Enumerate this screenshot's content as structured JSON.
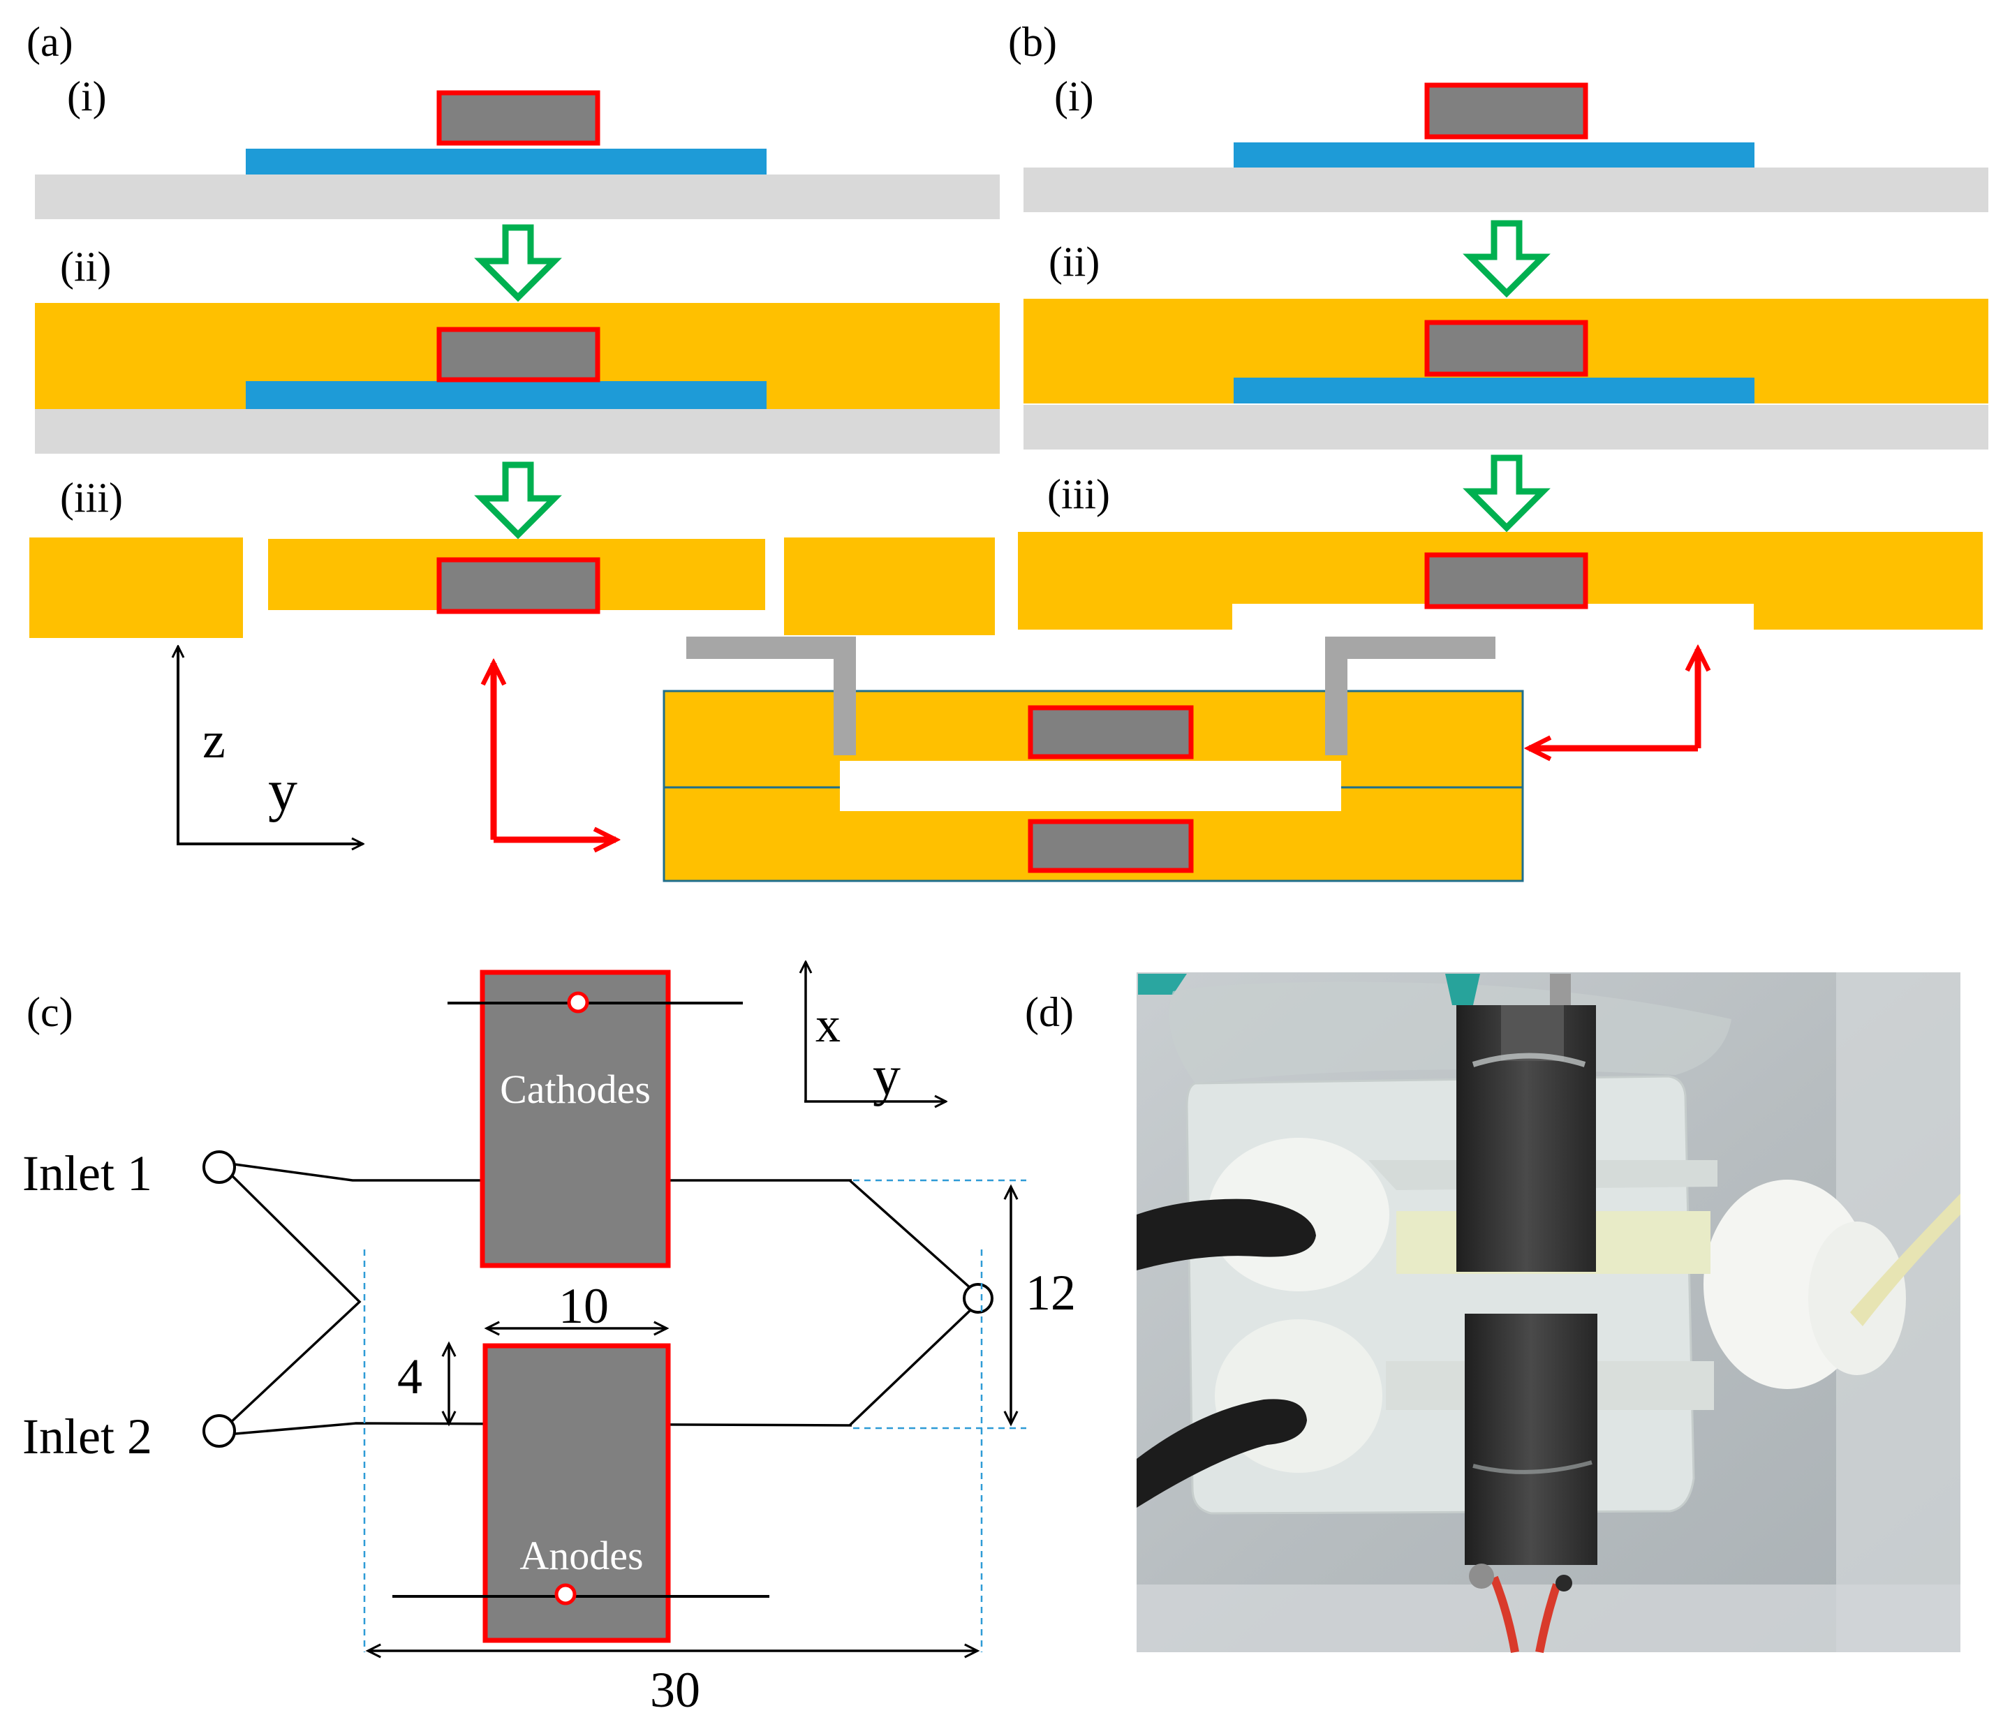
{
  "panels": {
    "a": {
      "label": "(a)",
      "steps": [
        "(i)",
        "(ii)",
        "(iii)"
      ]
    },
    "b": {
      "label": "(b)",
      "steps": [
        "(i)",
        "(ii)",
        "(iii)"
      ]
    },
    "c": {
      "label": "(c)"
    },
    "d": {
      "label": "(d)"
    }
  },
  "axes_zy": {
    "z": "z",
    "y": "y"
  },
  "axes_xy": {
    "x": "x",
    "y": "y"
  },
  "layout_c": {
    "cathodes": "Cathodes",
    "anodes": "Anodes",
    "inlet1": "Inlet 1",
    "inlet2": "Inlet 2",
    "dim_electrode_width": "10",
    "dim_gap": "4",
    "dim_channel_width": "12",
    "dim_length": "30"
  },
  "colors": {
    "substrate": "#d9d9d9",
    "photoresist": "#1e9bd7",
    "pdms": "#ffc000",
    "electrode": "#808080",
    "electrode_outline": "#ff0000",
    "process_arrow": "#00b050",
    "assembly_arrow": "#ff0000",
    "outlet_tube": "#a6a6a6"
  }
}
